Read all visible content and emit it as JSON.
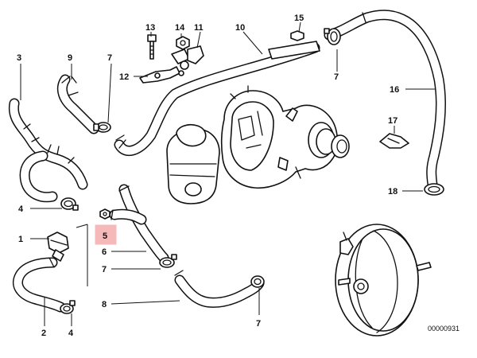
{
  "diagram": {
    "catalog_number": "00000931",
    "highlight_color": "#f5b9b9",
    "line_color": "#111111",
    "callouts": {
      "c1": "1",
      "c2": "2",
      "c3": "3",
      "c4a": "4",
      "c4b": "4",
      "c5": "5",
      "c6": "6",
      "c7a": "7",
      "c7b": "7",
      "c7c": "7",
      "c7d": "7",
      "c8": "8",
      "c9": "9",
      "c10": "10",
      "c11": "11",
      "c12": "12",
      "c13": "13",
      "c14": "14",
      "c15": "15",
      "c16": "16",
      "c17": "17",
      "c18": "18"
    },
    "highlighted_callout": "5"
  }
}
